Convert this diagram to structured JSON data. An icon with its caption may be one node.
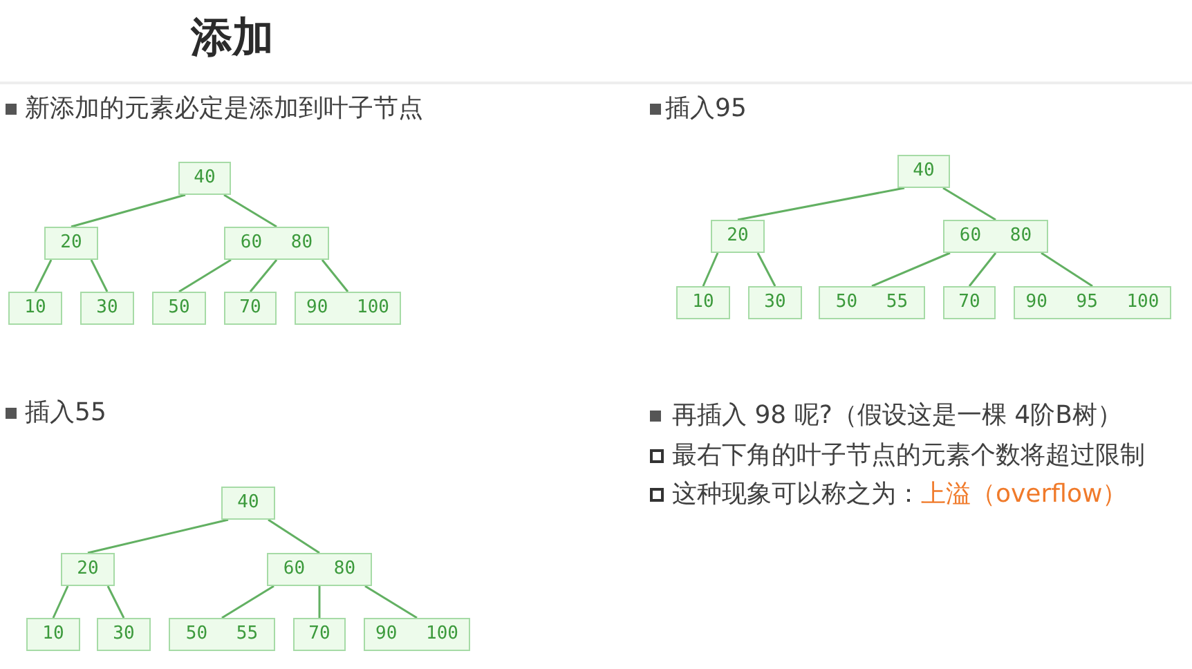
{
  "diagram": {
    "title": "添加",
    "nodes": [
      {
        "text": [
          "40"
        ]
      },
      {
        "text": [
          "20"
        ]
      },
      {
        "text": [
          "60 80"
        ]
      },
      {
        "text": [
          "10"
        ]
      },
      {
        "text": [
          "30"
        ]
      },
      {
        "text": [
          "50"
        ]
      },
      {
        "text": [
          "70"
        ]
      },
      {
        "text": [
          "90 100"
        ]
      },
      {
        "text": [
          "40"
        ]
      },
      {
        "text": [
          "20"
        ]
      },
      {
        "text": [
          "60 80"
        ]
      },
      {
        "text": [
          "10"
        ]
      },
      {
        "text": [
          "30"
        ]
      },
      {
        "text": [
          "50 55"
        ]
      },
      {
        "text": [
          "70"
        ]
      },
      {
        "text": [
          "90 95 100"
        ]
      },
      {
        "text": [
          "40"
        ]
      },
      {
        "text": [
          "20"
        ]
      },
      {
        "text": [
          "60 80"
        ]
      },
      {
        "text": [
          "10"
        ]
      },
      {
        "text": [
          "30"
        ]
      },
      {
        "text": [
          "50 55"
        ]
      },
      {
        "text": [
          "70"
        ]
      },
      {
        "text": [
          "90 100"
        ]
      }
    ],
    "edges": [
      {
        "from": 0,
        "to": 1,
        "arrow": "none"
      },
      {
        "from": 0,
        "to": 2,
        "arrow": "none"
      },
      {
        "from": 1,
        "to": 3,
        "arrow": "none"
      },
      {
        "from": 1,
        "to": 4,
        "arrow": "none"
      },
      {
        "from": 2,
        "to": 5,
        "arrow": "none"
      },
      {
        "from": 2,
        "to": 6,
        "arrow": "none"
      },
      {
        "from": 2,
        "to": 7,
        "arrow": "none"
      },
      {
        "from": 8,
        "to": 9,
        "arrow": "none"
      },
      {
        "from": 8,
        "to": 10,
        "arrow": "none"
      },
      {
        "from": 9,
        "to": 11,
        "arrow": "none"
      },
      {
        "from": 9,
        "to": 12,
        "arrow": "none"
      },
      {
        "from": 10,
        "to": 13,
        "arrow": "none"
      },
      {
        "from": 10,
        "to": 14,
        "arrow": "none"
      },
      {
        "from": 10,
        "to": 15,
        "arrow": "none"
      },
      {
        "from": 16,
        "to": 17,
        "arrow": "none"
      },
      {
        "from": 16,
        "to": 18,
        "arrow": "none"
      },
      {
        "from": 17,
        "to": 19,
        "arrow": "none"
      },
      {
        "from": 17,
        "to": 20,
        "arrow": "none"
      },
      {
        "from": 18,
        "to": 21,
        "arrow": "none"
      },
      {
        "from": 18,
        "to": 22,
        "arrow": "none"
      },
      {
        "from": 18,
        "to": 23,
        "arrow": "none"
      }
    ],
    "labels": [
      "新添加的元素必定是添加到叶子节点",
      "插入95",
      "插入55",
      "再插入 98 呢?（假设这是一棵 4阶B树）",
      "最右下角的叶子节点的元素个数将超过限制",
      "这种现象可以称之为：",
      "上溢（overflow）"
    ]
  }
}
